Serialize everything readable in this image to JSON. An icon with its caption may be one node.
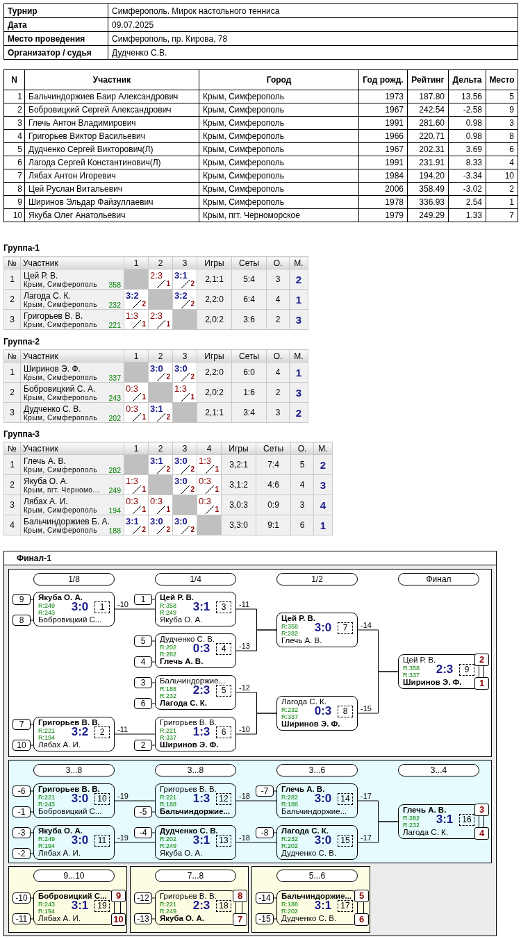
{
  "diagram": {
    "nodes": [
      {
        "text": [
          "Финал-1"
        ]
      },
      {
        "text": [],
        "shape": "box",
        "in": 0
      },
      {
        "text": [
          "1/8"
        ],
        "in": 1
      },
      {
        "text": [
          "1/4"
        ],
        "in": 1
      },
      {
        "text": [
          "1/2"
        ],
        "in": 1
      },
      {
        "text": [
          "Финал"
        ],
        "in": 1
      },
      {
        "text": [
          "9"
        ],
        "in": 1
      },
      {
        "text": [
          "8"
        ],
        "in": 1
      },
      {
        "text": [
          "Якуба О. А.",
          "R:249",
          "R:243",
          "3:0",
          "1",
          "Бобровицкий С..."
        ],
        "in": 1
      },
      {
        "text": [
          "7"
        ],
        "in": 1
      },
      {
        "text": [
          "10"
        ],
        "in": 1
      },
      {
        "text": [
          "Григорьев В. В.",
          "R:221",
          "R:194",
          "3:2",
          "2",
          "Лябах А. И."
        ],
        "in": 1
      },
      {
        "text": [
          "1"
        ],
        "in": 1
      },
      {
        "text": [
          "Цей Р. В.",
          "R:358",
          "R:249",
          "3:1",
          "3",
          "Якуба О. А."
        ],
        "in": 1
      },
      {
        "text": [
          "5"
        ],
        "in": 1
      },
      {
        "text": [
          "4"
        ],
        "in": 1
      },
      {
        "text": [
          "Дудченко С. В.",
          "R:202",
          "R:282",
          "0:3",
          "4",
          "Глечь А. В."
        ],
        "in": 1
      },
      {
        "text": [
          "3"
        ],
        "in": 1
      },
      {
        "text": [
          "6"
        ],
        "in": 1
      },
      {
        "text": [
          "Бальчиндоржие...",
          "R:188",
          "R:232",
          "2:3",
          "5",
          "Лагода С. К."
        ],
        "in": 1
      },
      {
        "text": [
          "2"
        ],
        "in": 1
      },
      {
        "text": [
          "Григорьев В. В.",
          "R:221",
          "R:337",
          "1:3",
          "6",
          "Ширинов Э. Ф."
        ],
        "in": 1
      },
      {
        "text": [
          "Цей Р. В.",
          "R:358",
          "R:282",
          "3:0",
          "7",
          "Глечь А. В."
        ],
        "in": 1
      },
      {
        "text": [
          "Лагода С. К.",
          "R:232",
          "R:337",
          "0:3",
          "8",
          "Ширинов Э. Ф."
        ],
        "in": 1
      },
      {
        "text": [
          "Цей Р. В.",
          "R:358",
          "R:337",
          "2:3",
          "9",
          "Ширинов Э. Ф."
        ],
        "in": 1
      },
      {
        "text": [
          "2"
        ],
        "in": 1
      },
      {
        "text": [
          "1"
        ],
        "in": 1
      },
      {
        "text": [],
        "shape": "box",
        "in": 0
      },
      {
        "text": [
          "3...8"
        ],
        "in": 27
      },
      {
        "text": [
          "3...8"
        ],
        "in": 27
      },
      {
        "text": [
          "3...6"
        ],
        "in": 27
      },
      {
        "text": [
          "3...4"
        ],
        "in": 27
      },
      {
        "text": [
          "-6"
        ],
        "in": 27
      },
      {
        "text": [
          "-1"
        ],
        "in": 27
      },
      {
        "text": [
          "Григорьев В. В.",
          "R:221",
          "R:243",
          "3:0",
          "10",
          "Бобровицкий С..."
        ],
        "in": 27
      },
      {
        "text": [
          "-3"
        ],
        "in": 27
      },
      {
        "text": [
          "-2"
        ],
        "in": 27
      },
      {
        "text": [
          "Якуба О. А.",
          "R:249",
          "R:194",
          "3:0",
          "11",
          "Лябах А. И."
        ],
        "in": 27
      },
      {
        "text": [
          "-5"
        ],
        "in": 27
      },
      {
        "text": [
          "Григорьев В. В.",
          "R:221",
          "R:188",
          "1:3",
          "12",
          "Бальчиндоржие..."
        ],
        "in": 27
      },
      {
        "text": [
          "-4"
        ],
        "in": 27
      },
      {
        "text": [
          "Дудченко С. В.",
          "R:202",
          "R:249",
          "3:1",
          "13",
          "Якуба О. А."
        ],
        "in": 27
      },
      {
        "text": [
          "-7"
        ],
        "in": 27
      },
      {
        "text": [
          "Глечь А. В.",
          "R:282",
          "R:188",
          "3:0",
          "14",
          "Бальчиндоржие..."
        ],
        "in": 27
      },
      {
        "text": [
          "-8"
        ],
        "in": 27
      },
      {
        "text": [
          "Лагода С. К.",
          "R:232",
          "R:202",
          "3:0",
          "15",
          "Дудченко С. В."
        ],
        "in": 27
      },
      {
        "text": [
          "Глечь А. В.",
          "R:282",
          "R:232",
          "3:1",
          "16",
          "Лагода С. К."
        ],
        "in": 27
      },
      {
        "text": [
          "3"
        ],
        "in": 27
      },
      {
        "text": [
          "4"
        ],
        "in": 27
      },
      {
        "text": [],
        "shape": "box",
        "in": 0
      },
      {
        "text": [
          "9...10"
        ],
        "in": 49
      },
      {
        "text": [
          "-10"
        ],
        "in": 49
      },
      {
        "text": [
          "-11"
        ],
        "in": 49
      },
      {
        "text": [
          "Бобровицкий С...",
          "R:243",
          "R:194",
          "3:1",
          "19",
          "Лябах А. И."
        ],
        "in": 49
      },
      {
        "text": [
          "9"
        ],
        "in": 49
      },
      {
        "text": [
          "10"
        ],
        "in": 49
      },
      {
        "text": [],
        "shape": "box",
        "in": 0
      },
      {
        "text": [
          "7...8"
        ],
        "in": 56
      },
      {
        "text": [
          "-12"
        ],
        "in": 56
      },
      {
        "text": [
          "-13"
        ],
        "in": 56
      },
      {
        "text": [
          "Григорьев В. В.",
          "R:221",
          "R:249",
          "2:3",
          "18",
          "Якуба О. А."
        ],
        "in": 56
      },
      {
        "text": [
          "8"
        ],
        "in": 56
      },
      {
        "text": [
          "7"
        ],
        "in": 56
      },
      {
        "text": [],
        "shape": "box",
        "in": 0
      },
      {
        "text": [
          "5...6"
        ],
        "in": 63
      },
      {
        "text": [
          "-14"
        ],
        "in": 63
      },
      {
        "text": [
          "-15"
        ],
        "in": 63
      },
      {
        "text": [
          "Бальчиндоржие...",
          "R:188",
          "R:202",
          "3:1",
          "17",
          "Дудченко С. В."
        ],
        "in": 63
      },
      {
        "text": [
          "5"
        ],
        "in": 63
      },
      {
        "text": [
          "6"
        ],
        "in": 63
      }
    ],
    "edges": [
      {
        "from": 6,
        "to": 8,
        "arrow": "none"
      },
      {
        "from": 7,
        "to": 8,
        "arrow": "none"
      },
      {
        "from": 9,
        "to": 11,
        "arrow": "none"
      },
      {
        "from": 10,
        "to": 11,
        "arrow": "none"
      },
      {
        "from": 12,
        "to": 13,
        "arrow": "none"
      },
      {
        "from": 8,
        "to": 13,
        "arrow": "none",
        "label": "-10"
      },
      {
        "from": 14,
        "to": 16,
        "arrow": "none"
      },
      {
        "from": 15,
        "to": 16,
        "arrow": "none"
      },
      {
        "from": 17,
        "to": 19,
        "arrow": "none"
      },
      {
        "from": 18,
        "to": 19,
        "arrow": "none"
      },
      {
        "from": 11,
        "to": 21,
        "arrow": "none",
        "label": "-11"
      },
      {
        "from": 20,
        "to": 21,
        "arrow": "none"
      },
      {
        "from": 13,
        "to": 22,
        "arrow": "none",
        "label": "-11"
      },
      {
        "from": 16,
        "to": 22,
        "arrow": "none",
        "label": "-13"
      },
      {
        "from": 19,
        "to": 23,
        "arrow": "none",
        "label": "-12"
      },
      {
        "from": 21,
        "to": 23,
        "arrow": "none",
        "label": "-10"
      },
      {
        "from": 22,
        "to": 24,
        "arrow": "none",
        "label": "-14"
      },
      {
        "from": 23,
        "to": 24,
        "arrow": "none",
        "label": "-15"
      },
      {
        "from": 25,
        "to": 26,
        "arrow": "none"
      },
      {
        "from": 32,
        "to": 34,
        "arrow": "none"
      },
      {
        "from": 33,
        "to": 34,
        "arrow": "none"
      },
      {
        "from": 35,
        "to": 37,
        "arrow": "none"
      },
      {
        "from": 36,
        "to": 37,
        "arrow": "none"
      },
      {
        "from": 34,
        "to": 39,
        "arrow": "none",
        "label": "-19"
      },
      {
        "from": 38,
        "to": 39,
        "arrow": "none"
      },
      {
        "from": 40,
        "to": 41,
        "arrow": "none"
      },
      {
        "from": 37,
        "to": 41,
        "arrow": "none",
        "label": "-19"
      },
      {
        "from": 42,
        "to": 43,
        "arrow": "none"
      },
      {
        "from": 39,
        "to": 43,
        "arrow": "none",
        "label": "-18"
      },
      {
        "from": 44,
        "to": 45,
        "arrow": "none"
      },
      {
        "from": 41,
        "to": 45,
        "arrow": "none",
        "label": "-18"
      },
      {
        "from": 43,
        "to": 46,
        "arrow": "none",
        "label": "-17"
      },
      {
        "from": 45,
        "to": 46,
        "arrow": "none",
        "label": "-17"
      },
      {
        "from": 47,
        "to": 48,
        "arrow": "none"
      },
      {
        "from": 51,
        "to": 53,
        "arrow": "none"
      },
      {
        "from": 52,
        "to": 53,
        "arrow": "none"
      },
      {
        "from": 54,
        "to": 55,
        "arrow": "none"
      },
      {
        "from": 58,
        "to": 60,
        "arrow": "none"
      },
      {
        "from": 59,
        "to": 60,
        "arrow": "none"
      },
      {
        "from": 61,
        "to": 62,
        "arrow": "none"
      },
      {
        "from": 65,
        "to": 67,
        "arrow": "none"
      },
      {
        "from": 66,
        "to": 67,
        "arrow": "none"
      },
      {
        "from": 68,
        "to": 69,
        "arrow": "none"
      }
    ],
    "labels": [
      "Турнир",
      "Симферополь. Мирок настольного тенниса",
      "Дата",
      "09.07.2025",
      "Место проведения",
      "Симферополь, пр. Кирова, 78",
      "Организатор / судья",
      "Дудченко С.В.",
      "N",
      "Участник",
      "Город",
      "Год рожд.",
      "Рейтинг",
      "Дельта",
      "Место",
      "1",
      "Бальчиндоржиев Баир Александрович",
      "Крым, Симферополь",
      "1973",
      "187.80",
      "13.56",
      "5",
      "2",
      "Бобровицкий Сергей Александрович",
      "Крым, Симферополь",
      "1967",
      "242.54",
      "-2.58",
      "9",
      "3",
      "Глечь Антон Владимирович",
      "Крым, Симферополь",
      "1991",
      "281.60",
      "0.98",
      "3",
      "4",
      "Григорьев Виктор Васильевич",
      "Крым, Симферополь",
      "1966",
      "220.71",
      "0.98",
      "8",
      "5",
      "Дудченко Сергей Викторович(Л)",
      "Крым, Симферополь",
      "1967",
      "202.31",
      "3.69",
      "6",
      "6",
      "Лагода Сергей Константинович(Л)",
      "Крым, Симферополь",
      "1991",
      "231.91",
      "8.33",
      "4",
      "7",
      "Лябах Антон Игоревич",
      "Крым, Симферополь",
      "1984",
      "194.20",
      "-3.34",
      "10",
      "8",
      "Цей Руслан Витальевич",
      "Крым, Симферополь",
      "2006",
      "358.49",
      "-3.02",
      "2",
      "9",
      "Ширинов Эльдар Файзуллаевич",
      "Крым, Симферополь",
      "1978",
      "336.93",
      "2.54",
      "1",
      "10",
      "Якуба Олег Анатольевич",
      "Крым, пгт. Черноморское",
      "1979",
      "249.29",
      "1.33",
      "7",
      "Группа-1",
      "№",
      "Участник",
      "1",
      "2",
      "3",
      "Игры",
      "Сеты",
      "О.",
      "М.",
      "1",
      "Цей Р. В.",
      "Крым, Симферополь",
      "358",
      "2:3",
      "1",
      "3:1",
      "2",
      "2,1:1",
      "5:4",
      "3",
      "2",
      "2",
      "Лагода С. К.",
      "Крым, Симферополь",
      "232",
      "3:2",
      "2",
      "3:2",
      "2",
      "2,2:0",
      "6:4",
      "4",
      "1",
      "3",
      "Григорьев В. В.",
      "Крым, Симферополь",
      "221",
      "1:3",
      "1",
      "2:3",
      "1",
      "2,0:2",
      "3:6",
      "2",
      "3",
      "Группа-2",
      "№",
      "Участник",
      "1",
      "2",
      "3",
      "Игры",
      "Сеты",
      "О.",
      "М.",
      "1",
      "Ширинов Э. Ф.",
      "Крым, Симферополь",
      "337",
      "3:0",
      "2",
      "3:0",
      "2",
      "2,2:0",
      "6:0",
      "4",
      "1",
      "2",
      "Бобровицкий С. А.",
      "Крым, Симферополь",
      "243",
      "0:3",
      "1",
      "1:3",
      "1",
      "2,0:2",
      "1:6",
      "2",
      "3",
      "3",
      "Дудченко С. В.",
      "Крым, Симферополь",
      "202",
      "0:3",
      "1",
      "3:1",
      "2",
      "2,1:1",
      "3:4",
      "3",
      "2",
      "Группа-3",
      "№",
      "Участник",
      "1",
      "2",
      "3",
      "4",
      "Игры",
      "Сеты",
      "О.",
      "М.",
      "1",
      "Глечь А. В.",
      "Крым, Симферополь",
      "282",
      "3:1",
      "2",
      "3:0",
      "2",
      "1:3",
      "1",
      "3,2:1",
      "7:4",
      "5",
      "2",
      "2",
      "Якуба О. А.",
      "Крым, пгт. Черномо...",
      "249",
      "1:3",
      "1",
      "3:0",
      "2",
      "0:3",
      "1",
      "3,1:2",
      "4:6",
      "4",
      "3",
      "3",
      "Лябах А. И.",
      "Крым, Симферополь",
      "194",
      "0:3",
      "1",
      "0:3",
      "1",
      "0:3",
      "1",
      "3,0:3",
      "0:9",
      "3",
      "4",
      "4",
      "Бальчиндоржиев Б. А.",
      "Крым, Симферополь",
      "188",
      "3:1",
      "2",
      "3:0",
      "2",
      "3:0",
      "2",
      "3,3:0",
      "9:1",
      "6",
      "1"
    ]
  }
}
